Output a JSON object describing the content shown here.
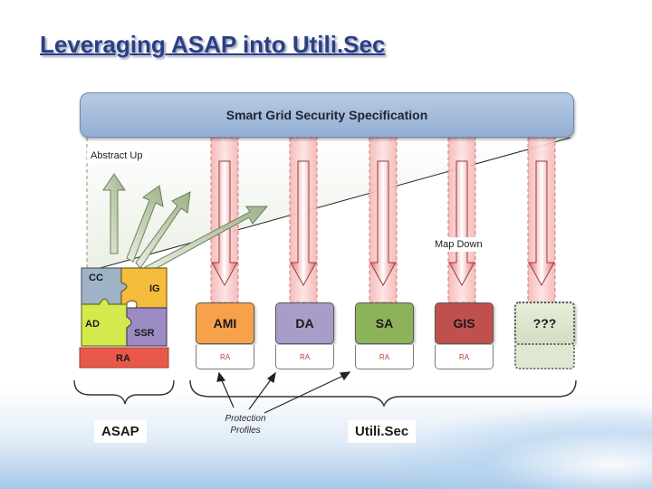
{
  "slide": {
    "title": "Leveraging ASAP into Utili.Sec"
  },
  "spec_bar": {
    "label": "Smart Grid Security Specification"
  },
  "labels": {
    "abstract_up": "Abstract Up",
    "map_down": "Map Down",
    "protection_profiles_line1": "Protection",
    "protection_profiles_line2": "Profiles"
  },
  "puzzle": {
    "pieces": [
      "CC",
      "IG",
      "AD",
      "SSR"
    ],
    "base": "RA"
  },
  "modules": [
    {
      "name": "AMI",
      "ra": "RA",
      "color": "#f7a24a"
    },
    {
      "name": "DA",
      "ra": "RA",
      "color": "#a89cc8"
    },
    {
      "name": "SA",
      "ra": "RA",
      "color": "#8db35a"
    },
    {
      "name": "GIS",
      "ra": "RA",
      "color": "#c0504d"
    },
    {
      "name": "???",
      "ra": "",
      "color": "#dfe6d2"
    }
  ],
  "groups": {
    "left": "ASAP",
    "right": "Utili.Sec"
  }
}
